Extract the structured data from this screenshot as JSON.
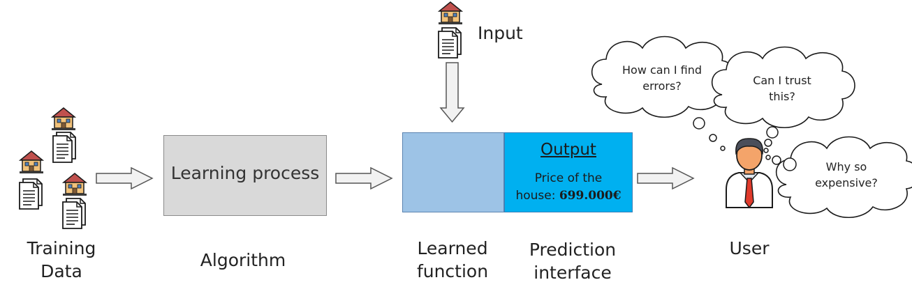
{
  "labels": {
    "training": [
      "Training",
      "Data"
    ],
    "algorithm": "Algorithm",
    "learned": [
      "Learned",
      "function"
    ],
    "prediction": [
      "Prediction",
      "interface"
    ],
    "user": "User",
    "input": "Input"
  },
  "learning_box": {
    "text": "Learning process"
  },
  "output_box": {
    "title": "Output",
    "line1": "Price of the",
    "line2_prefix": "house: ",
    "value": "699.000€"
  },
  "thoughts": {
    "errors": [
      "How can I find",
      "errors?"
    ],
    "trust": [
      "Can I trust",
      "this?"
    ],
    "expensive": [
      "Why so",
      "expensive?"
    ]
  },
  "colors": {
    "learning_box": "#d9d9d9",
    "learned_function_box": "#9dc3e6",
    "prediction_box": "#00b0f0",
    "arrow_fill": "#f2f2f2",
    "tie": "#e03a2b",
    "skin": "#f4a46a"
  }
}
